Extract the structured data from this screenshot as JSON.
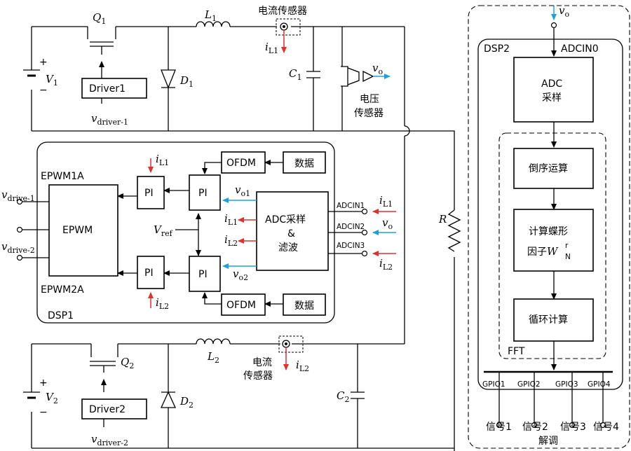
{
  "colors": {
    "line": "#000000",
    "red": "#e03030",
    "blue": "#1fa0d8",
    "dash": "#555555"
  },
  "top_converter": {
    "switch": "Q",
    "switch_sub": "1",
    "inductor": "L",
    "inductor_sub": "1",
    "current_sensor": "电流传感器",
    "current_label": "i",
    "current_sub": "L1",
    "diode": "D",
    "diode_sub": "1",
    "source": "V",
    "source_sub": "1",
    "driver": "Driver1",
    "driver_signal": "v",
    "driver_signal_sub": "driver-1",
    "capacitor": "C",
    "capacitor_sub": "1",
    "voltage_out": "v",
    "voltage_out_sub": "o",
    "voltage_sensor_1": "电压",
    "voltage_sensor_2": "传感器",
    "plus": "+",
    "minus": "−"
  },
  "bottom_converter": {
    "switch": "Q",
    "switch_sub": "2",
    "inductor": "L",
    "inductor_sub": "2",
    "current_sensor_1": "电流",
    "current_sensor_2": "传感器",
    "current_label": "i",
    "current_sub": "L2",
    "diode": "D",
    "diode_sub": "2",
    "source": "V",
    "source_sub": "2",
    "driver": "Driver2",
    "driver_signal": "v",
    "driver_signal_sub": "driver-2",
    "capacitor": "C",
    "capacitor_sub": "2",
    "plus": "+",
    "minus": "−"
  },
  "load": {
    "label": "R"
  },
  "dsp1": {
    "name": "DSP1",
    "epwm": "EPWM",
    "epwm1a": "EPWM1A",
    "epwm2a": "EPWM2A",
    "drive1": "v",
    "drive1_sub": "drive-1",
    "drive2": "v",
    "drive2_sub": "drive-2",
    "pi": "PI",
    "ofdm": "OFDM",
    "data": "数据",
    "vref": "V",
    "vref_sub": "ref",
    "adc_line1": "ADC采样",
    "adc_line2": "&",
    "adc_line3": "滤波",
    "vo1": "v",
    "vo1_sub": "o1",
    "vo2": "v",
    "vo2_sub": "o2",
    "il1": "i",
    "il1_sub": "L1",
    "il2": "i",
    "il2_sub": "L2",
    "adcin1": "ADCIN1",
    "adcin2": "ADCIN2",
    "adcin3": "ADCIN3",
    "in_il1": "i",
    "in_il1_sub": "L1",
    "in_vo": "v",
    "in_vo_sub": "o",
    "in_il2": "i",
    "in_il2_sub": "L2"
  },
  "dsp2": {
    "name": "DSP2",
    "adcin0": "ADCIN0",
    "input": "v",
    "input_sub": "o",
    "adc_1": "ADC",
    "adc_2": "采样",
    "reverse": "倒序运算",
    "twiddle_1": "计算蝶形",
    "twiddle_2": "因子",
    "twiddle_w": "W",
    "twiddle_sub": "N",
    "twiddle_sup": "r",
    "loop": "循环计算",
    "fft": "FFT",
    "gpio": [
      "GPIO1",
      "GPIO2",
      "GPIO3",
      "GPIO4"
    ],
    "signals": [
      "信号1",
      "信号2",
      "信号3",
      "信号4"
    ],
    "demod": "解调"
  }
}
